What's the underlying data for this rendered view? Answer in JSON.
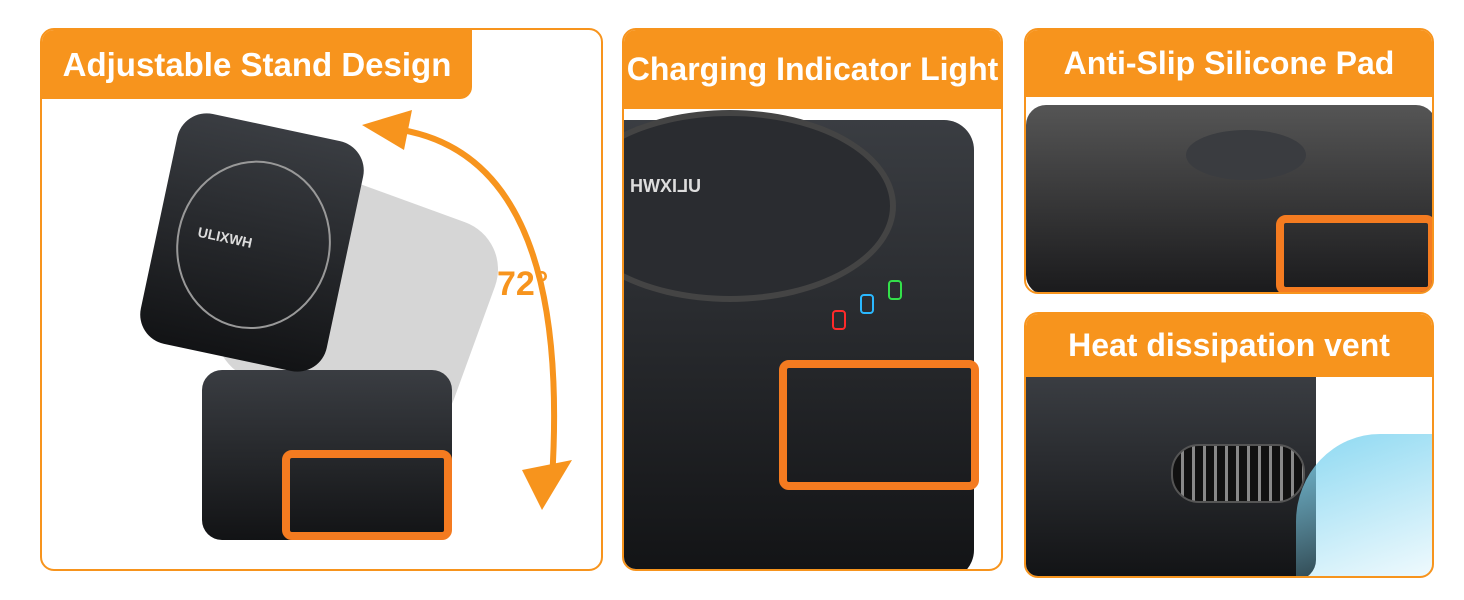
{
  "panels": [
    {
      "title": "Adjustable Stand Design",
      "angle": "72°",
      "brand": "ULIXWH"
    },
    {
      "title": "Charging Indicator Light",
      "brand": "ULIXWH",
      "leds": [
        "#ff2a2a",
        "#2ab8ff",
        "#33e04a"
      ]
    },
    {
      "title": "Anti-Slip Silicone Pad"
    },
    {
      "title": "Heat dissipation vent"
    }
  ],
  "colors": {
    "accent": "#f7941d",
    "product": "#1c1d20",
    "airflow": "#7fd4f0"
  }
}
